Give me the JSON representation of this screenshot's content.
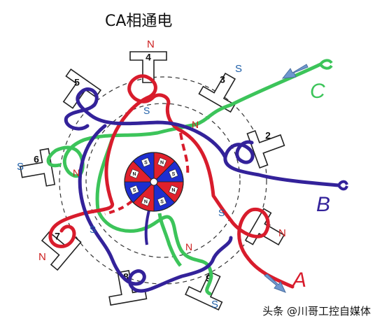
{
  "title": "CA相通电",
  "watermark": "头条 @川哥工控自媒体",
  "colors": {
    "phase_a": "#d81c2c",
    "phase_b": "#33229a",
    "phase_c": "#3cc45a",
    "pole_s": "#1f5fa8",
    "pole_n": "#cc1f1f",
    "arrow": "#6f97cf"
  },
  "stator_teeth": [
    {
      "label": "1",
      "pole": "N"
    },
    {
      "label": "2",
      "pole": ""
    },
    {
      "label": "3",
      "pole": "S"
    },
    {
      "label": "4",
      "pole": "N"
    },
    {
      "label": "5",
      "pole": ""
    },
    {
      "label": "6",
      "pole": "S"
    },
    {
      "label": "7",
      "pole": "N"
    },
    {
      "label": "8",
      "pole": ""
    },
    {
      "label": "9",
      "pole": "S"
    }
  ],
  "inner_pole_labels": [
    {
      "text": "N",
      "near": "3"
    },
    {
      "text": "S",
      "near": "4"
    },
    {
      "text": "N",
      "near": "6"
    },
    {
      "text": "S",
      "near": "7"
    },
    {
      "text": "S",
      "near": "1"
    },
    {
      "text": "N",
      "near": "9"
    }
  ],
  "phase_terminals": [
    {
      "label": "A"
    },
    {
      "label": "B"
    },
    {
      "label": "C"
    }
  ],
  "rotor_segments": [
    "N",
    "S",
    "N",
    "S",
    "N",
    "S",
    "N",
    "S"
  ]
}
